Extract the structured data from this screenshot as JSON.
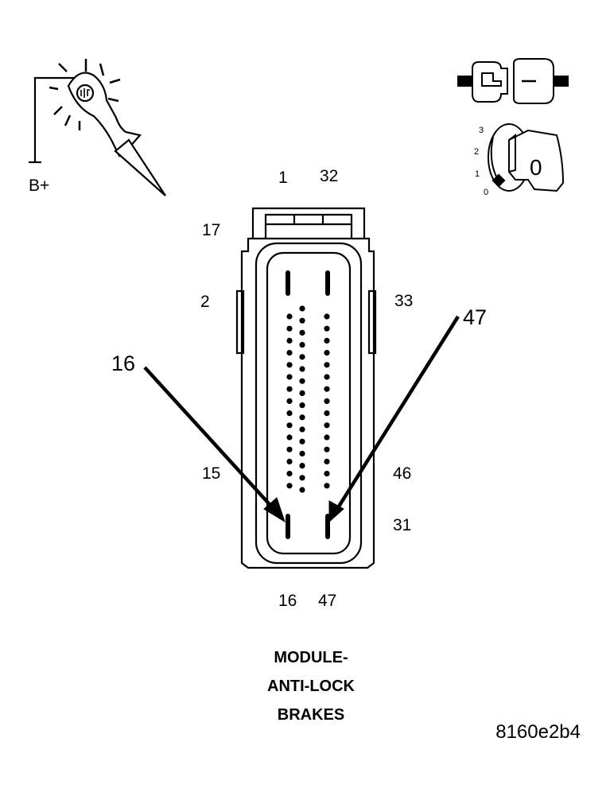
{
  "test_light": {
    "label": "B+"
  },
  "ignition_key": {
    "positions": [
      "3",
      "2",
      "1",
      "0"
    ],
    "key_face": "0"
  },
  "connector": {
    "top_labels": [
      "1",
      "32"
    ],
    "left_labels": [
      "17",
      "2",
      "15"
    ],
    "right_labels": [
      "33",
      "46",
      "31"
    ],
    "bottom_labels": [
      "16",
      "47"
    ],
    "callouts": [
      "16",
      "47"
    ]
  },
  "title": {
    "lines": [
      "MODULE-",
      "ANTI-LOCK",
      "BRAKES"
    ]
  },
  "figure_code": "8160e2b4"
}
